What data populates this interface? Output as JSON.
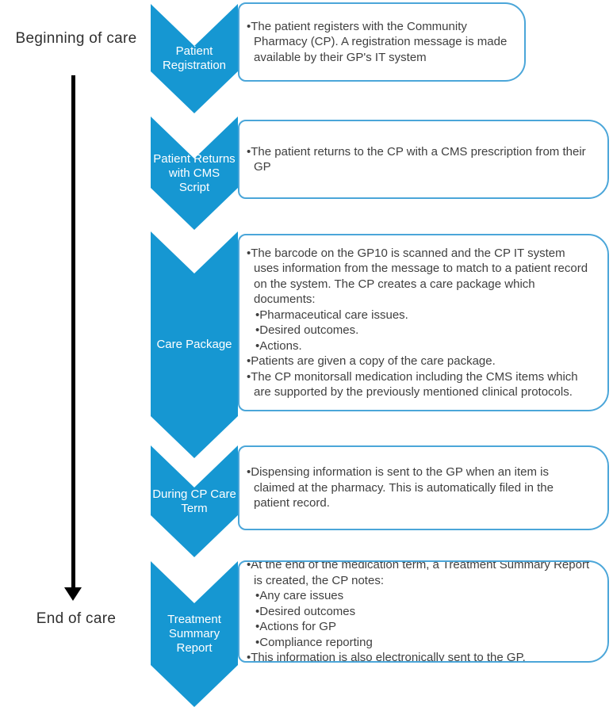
{
  "timeline": {
    "beginning": "Beginning of care",
    "end": "End of care"
  },
  "colors": {
    "accent": "#1697D2",
    "line": "#4BA6D9",
    "ink": "#3F3F3F",
    "label": "#303030"
  },
  "steps": [
    {
      "title": "Patient Registration",
      "bullets": [
        {
          "level": 1,
          "text": "The patient registers with the Community Pharmacy (CP). A registration message is made available by their GP's IT system"
        }
      ]
    },
    {
      "title": "Patient Returns with CMS Script",
      "bullets": [
        {
          "level": 1,
          "text": "The patient returns to the CP with a CMS prescription from their GP"
        }
      ]
    },
    {
      "title": "Care Package",
      "bullets": [
        {
          "level": 1,
          "text": "The barcode on the GP10 is scanned and the CP IT system uses information from the message to match to a patient record on the system. The CP creates a care package which documents:"
        },
        {
          "level": 2,
          "text": "Pharmaceutical care issues."
        },
        {
          "level": 2,
          "text": "Desired outcomes."
        },
        {
          "level": 2,
          "text": "Actions."
        },
        {
          "level": 1,
          "text": "Patients are given a copy of the care package."
        },
        {
          "level": 1,
          "text": "The CP monitorsall medication including the CMS items which are supported by the previously mentioned clinical protocols."
        }
      ]
    },
    {
      "title": "During CP Care Term",
      "bullets": [
        {
          "level": 1,
          "text": "Dispensing information is sent to the GP when an item is claimed at the pharmacy. This is automatically filed in the patient record."
        }
      ]
    },
    {
      "title": "Treatment Summary Report",
      "bullets": [
        {
          "level": 1,
          "text": "At the end of the medication term, a Treatment Summary Report is created, the CP notes:"
        },
        {
          "level": 2,
          "text": "Any care issues"
        },
        {
          "level": 2,
          "text": "Desired outcomes"
        },
        {
          "level": 2,
          "text": "Actions for GP"
        },
        {
          "level": 2,
          "text": "Compliance reporting"
        },
        {
          "level": 1,
          "text": "This information is also electronically sent to the GP."
        }
      ]
    }
  ]
}
